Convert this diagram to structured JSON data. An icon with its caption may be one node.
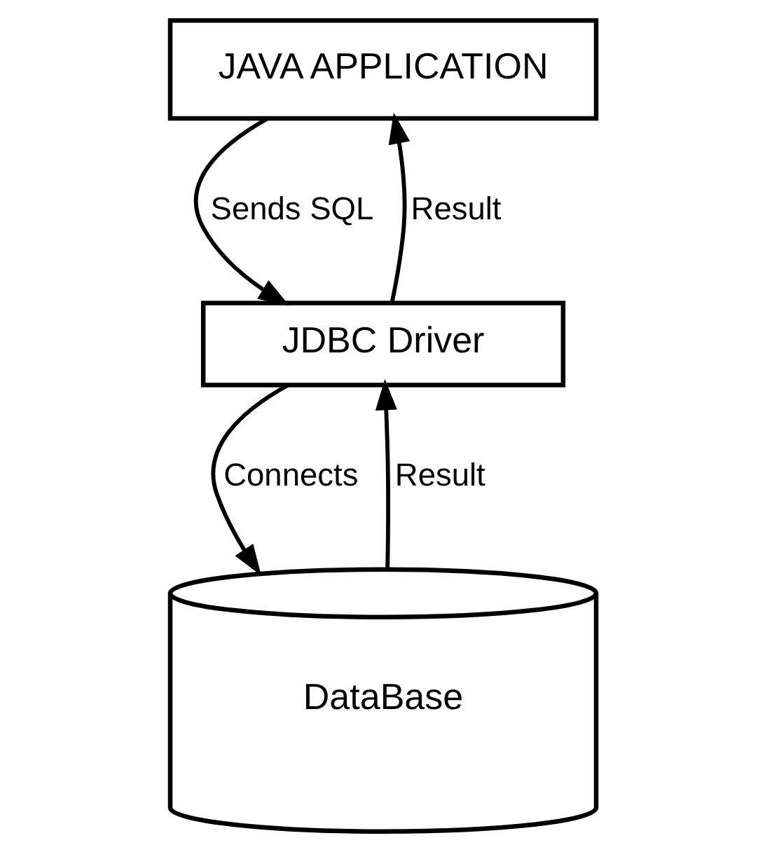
{
  "diagram": {
    "nodes": [
      {
        "text": [
          "JAVA APPLICATION"
        ]
      },
      {
        "text": [
          "JDBC Driver"
        ]
      },
      {
        "text": [
          "DataBase"
        ]
      }
    ],
    "edges": [
      {
        "from": 0,
        "to": 1,
        "arrow": "to",
        "label": "Sends SQL"
      },
      {
        "from": 1,
        "to": 0,
        "arrow": "to",
        "label": "Result"
      },
      {
        "from": 1,
        "to": 2,
        "arrow": "to",
        "label": "Connects"
      },
      {
        "from": 2,
        "to": 1,
        "arrow": "to",
        "label": "Result"
      }
    ]
  }
}
